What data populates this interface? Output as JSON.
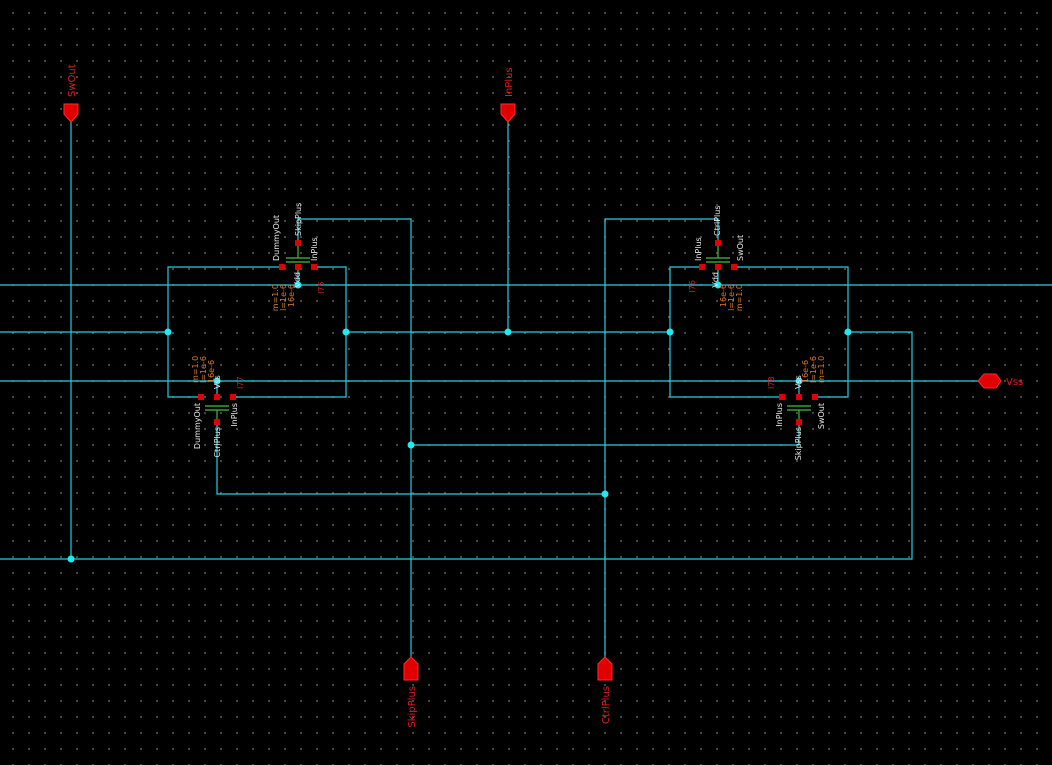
{
  "pins": {
    "swout": "SwOut",
    "inplus": "InPlus",
    "vss": "Vss",
    "skipplus": "SkipPlus",
    "ctrlplus": "CtrlPlus"
  },
  "transistors": {
    "i75": {
      "name": "I75",
      "terminals": {
        "drain": "DummyOut",
        "gate": "SkipPlus",
        "source": "InPlus",
        "bulk": "Vdd"
      },
      "params": {
        "m": "m=1.0",
        "l": "l=1e-6",
        "w": "16e-6"
      }
    },
    "i76": {
      "name": "I76",
      "terminals": {
        "drain": "InPlus",
        "gate": "CtrlPlus",
        "source": "SwOut",
        "bulk": "Vdd"
      },
      "params": {
        "w": "16e-6",
        "l": "l=1e-6",
        "m": "m=1.0"
      }
    },
    "i77": {
      "name": "I77",
      "terminals": {
        "drain": "DummyOut",
        "gate": "CtrlPlus",
        "source": "InPlus",
        "bulk": "Vss"
      },
      "params": {
        "m": "m=1.0",
        "l": "l=1e-6",
        "w": "16e-6"
      }
    },
    "i78": {
      "name": "I78",
      "terminals": {
        "drain": "InPlus",
        "gate": "SkipPlus",
        "source": "SwOut",
        "bulk": "Vss"
      },
      "params": {
        "w": "16e-6",
        "l": "l=1e-6",
        "m": "m=1.0"
      }
    }
  },
  "colors": {
    "wire": "#22cfe0",
    "pin": "#e00000",
    "grid_dot": "#5a5a5a",
    "background": "#000000"
  }
}
